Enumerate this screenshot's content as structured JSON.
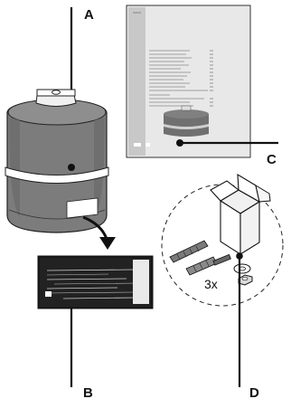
{
  "callouts": {
    "a": "A",
    "b": "B",
    "c": "C",
    "d": "D"
  },
  "accessory_kit": {
    "quantity_label": "3x"
  },
  "components": {
    "vessel": "expansion-vessel-icon",
    "rating_label": "rating-plate-icon",
    "manual": "manual-booklet-icon",
    "accessories": "accessory-box-icon"
  },
  "colors": {
    "vessel_body": "#777777",
    "line": "#111111",
    "booklet_bg": "#ebebeb"
  }
}
